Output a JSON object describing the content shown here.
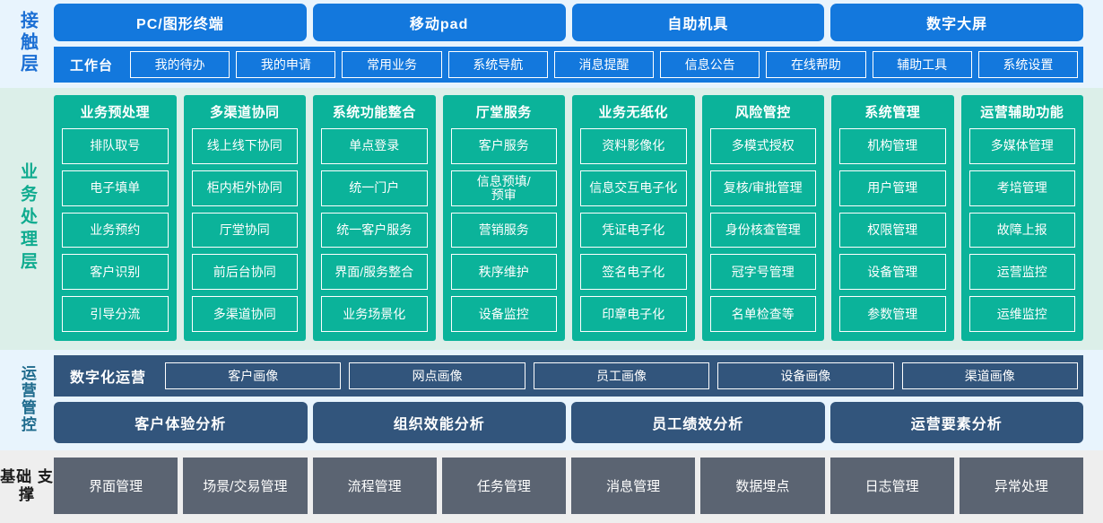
{
  "layers": [
    {
      "id": "contact",
      "label": "接触层",
      "label_color": "#1b6fd4",
      "band_color": "#e8f4fd",
      "accent": "#1378dd",
      "channels": [
        "PC/图形终端",
        "移动pad",
        "自助机具",
        "数字大屏"
      ],
      "workbench_title": "工作台",
      "workbench_buttons": [
        "我的待办",
        "我的申请",
        "常用业务",
        "系统导航",
        "消息提醒",
        "信息公告",
        "在线帮助",
        "辅助工具",
        "系统设置"
      ]
    },
    {
      "id": "business",
      "label": "业务处理层",
      "label_color": "#0fab8f",
      "band_color": "#dcefe9",
      "accent": "#0bb39a",
      "columns": [
        {
          "title": "业务预处理",
          "items": [
            "排队取号",
            "电子填单",
            "业务预约",
            "客户识别",
            "引导分流"
          ]
        },
        {
          "title": "多渠道协同",
          "items": [
            "线上线下协同",
            "柜内柜外协同",
            "厅堂协同",
            "前后台协同",
            "多渠道协同"
          ]
        },
        {
          "title": "系统功能整合",
          "items": [
            "单点登录",
            "统一门户",
            "统一客户服务",
            "界面/服务整合",
            "业务场景化"
          ]
        },
        {
          "title": "厅堂服务",
          "items": [
            "客户服务",
            "信息预填/\n预审",
            "营销服务",
            "秩序维护",
            "设备监控"
          ]
        },
        {
          "title": "业务无纸化",
          "items": [
            "资料影像化",
            "信息交互电子化",
            "凭证电子化",
            "签名电子化",
            "印章电子化"
          ]
        },
        {
          "title": "风险管控",
          "items": [
            "多模式授权",
            "复核/审批管理",
            "身份核查管理",
            "冠字号管理",
            "名单检查等"
          ]
        },
        {
          "title": "系统管理",
          "items": [
            "机构管理",
            "用户管理",
            "权限管理",
            "设备管理",
            "参数管理"
          ]
        },
        {
          "title": "运营辅助功能",
          "items": [
            "多媒体管理",
            "考培管理",
            "故障上报",
            "运营监控",
            "运维监控"
          ]
        }
      ]
    },
    {
      "id": "ops",
      "label": "运营管控",
      "label_color": "#1d6a8c",
      "band_color": "#e8f4fd",
      "accent": "#32557c",
      "ops_title": "数字化运营",
      "profiles": [
        "客户画像",
        "网点画像",
        "员工画像",
        "设备画像",
        "渠道画像"
      ],
      "analyses": [
        "客户体验分析",
        "组织效能分析",
        "员工绩效分析",
        "运营要素分析"
      ]
    },
    {
      "id": "base",
      "label": "基础\n支撑",
      "label_color": "#1a1a1a",
      "band_color": "#eeeeee",
      "accent": "#5b6472",
      "items": [
        "界面管理",
        "场景/交易管理",
        "流程管理",
        "任务管理",
        "消息管理",
        "数据埋点",
        "日志管理",
        "异常处理"
      ]
    }
  ]
}
